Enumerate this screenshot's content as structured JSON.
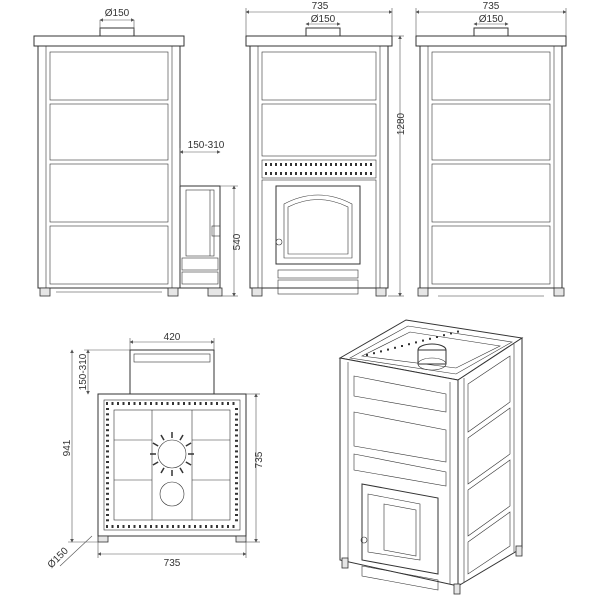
{
  "dimensions": {
    "front_flue": "Ø150",
    "side_width": "735",
    "side_flue": "Ø150",
    "side_height": "1280",
    "rear_width": "735",
    "rear_flue": "Ø150",
    "tunnel_length": "150-310",
    "door_height": "540",
    "plan_flue_width": "420",
    "plan_tunnel": "150-310",
    "plan_depth": "941",
    "plan_side": "735",
    "plan_bottom": "735",
    "plan_flue": "Ø150"
  },
  "colors": {
    "line": "#333333",
    "panel": "#e6e6e6",
    "background": "#ffffff"
  }
}
